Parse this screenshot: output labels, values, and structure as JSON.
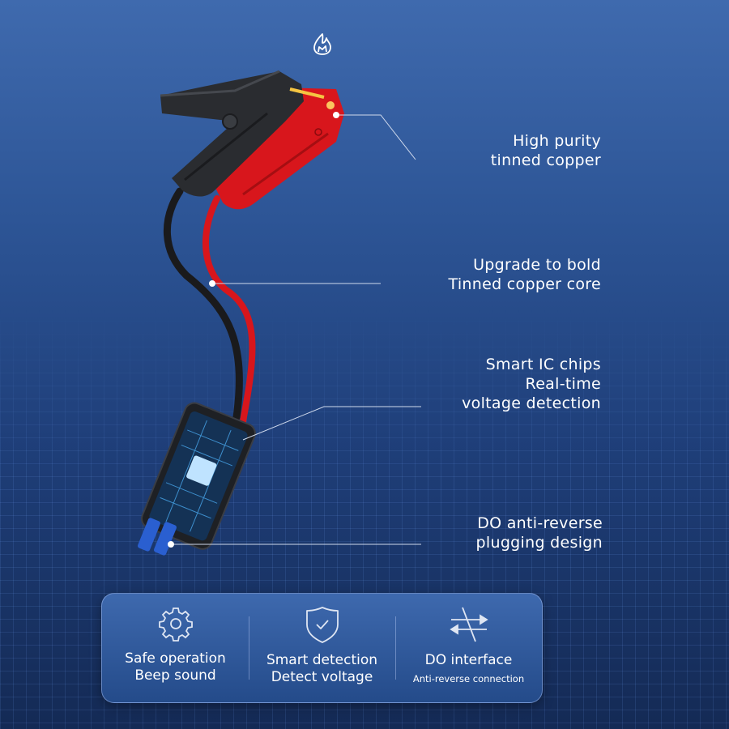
{
  "top_icon": "flame-icon",
  "callouts": [
    {
      "lines": [
        "High purity",
        "tinned copper"
      ]
    },
    {
      "lines": [
        "Upgrade to bold",
        "Tinned copper core"
      ]
    },
    {
      "lines": [
        "Smart IC chips",
        "Real-time",
        "voltage detection"
      ]
    },
    {
      "lines": [
        "DO anti-reverse",
        "plugging design"
      ]
    }
  ],
  "features": [
    {
      "icon": "gear-icon",
      "title": "Safe operation",
      "subtitle": "Beep sound"
    },
    {
      "icon": "shield-check-icon",
      "title": "Smart detection",
      "subtitle": "Detect voltage"
    },
    {
      "icon": "reverse-arrows-icon",
      "title": "DO interface",
      "subtitle": "Anti-reverse connection"
    }
  ],
  "colors": {
    "clamp_red": "#d8161c",
    "clamp_black": "#2a2c30",
    "connector_blue": "#2a5fd0",
    "accent_white": "#ffffff"
  }
}
